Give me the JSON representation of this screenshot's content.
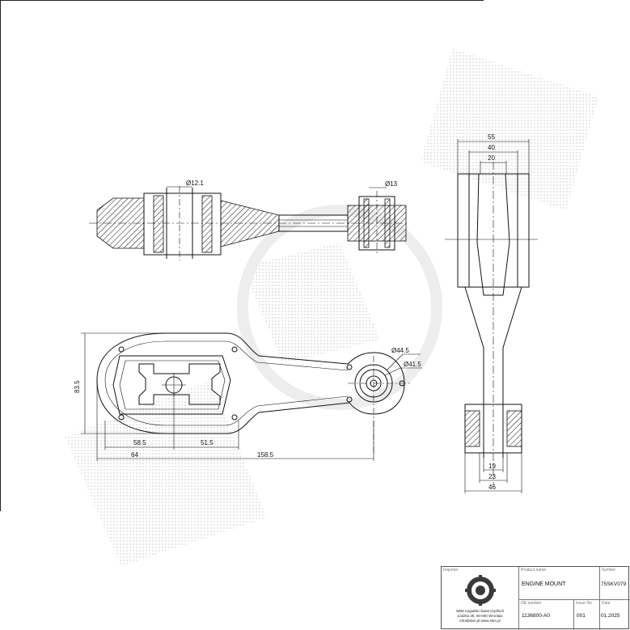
{
  "drawing": {
    "top_view": {
      "dia_left": "Ø12.1",
      "dia_right": "Ø13"
    },
    "plan_view": {
      "height": "83.5",
      "dia_outer": "Ø44.5",
      "dia_inner": "Ø41.5",
      "d1": "58.5",
      "d2": "51.5",
      "d3": "64",
      "d4": "158.5"
    },
    "side_view": {
      "w_outer": "55",
      "w_mid": "40",
      "w_inner": "20",
      "b_inner": "19",
      "b_mid": "23",
      "b_outer": "46"
    }
  },
  "title_block": {
    "producer_caption": "Importer",
    "company_line1": "SBM Angielski Świat Ciężkich",
    "company_line2": "Łódzka 29, 00-000 Wrocław",
    "company_line3": "info@sbm.pl www.sbm.pl",
    "product_caption": "Product name",
    "product_name": "ENGINE MOUNT",
    "symbol_caption": "Symbol",
    "symbol": "75SKV079",
    "oe_caption": "OE number",
    "oe_number": "1136800-A0",
    "issue_caption": "Issue No",
    "issue": "001",
    "date_caption": "Date",
    "date": "01.2025"
  }
}
